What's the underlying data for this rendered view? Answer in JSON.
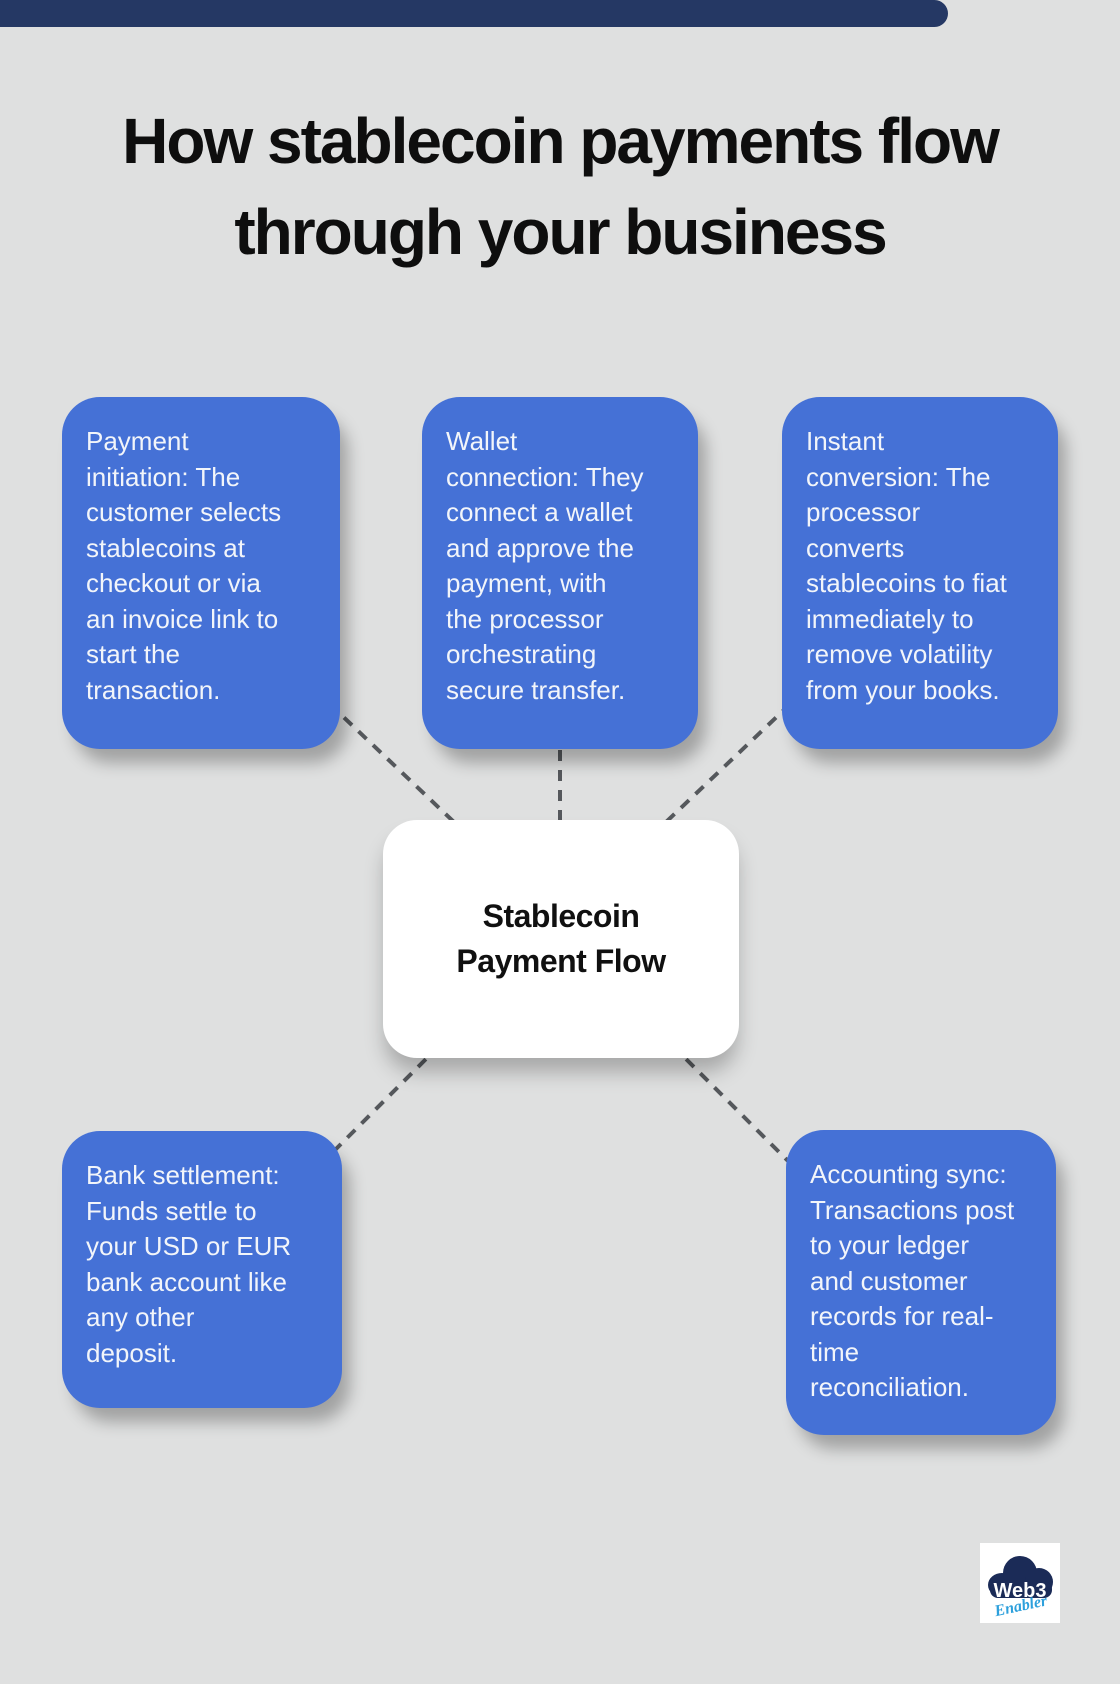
{
  "page": {
    "background_color": "#dfe0e0",
    "top_bar_color": "#253864"
  },
  "title": {
    "line1": "How stablecoin payments flow",
    "line2": "through your business"
  },
  "center_node": {
    "line1": "Stablecoin",
    "line2": "Payment Flow",
    "background_color": "#ffffff"
  },
  "steps": [
    {
      "id": "payment-initiation",
      "text": "Payment initiation: The customer selects stablecoins at checkout or via an invoice link to start the transaction.",
      "lines": [
        "Payment",
        "initiation: The",
        "customer selects",
        "stablecoins at",
        "checkout or via",
        "an invoice link to",
        "start the",
        "transaction."
      ]
    },
    {
      "id": "wallet-connection",
      "text": "Wallet connection: They connect a wallet and approve the payment, with the processor orchestrating secure transfer.",
      "lines": [
        "Wallet",
        "connection: They",
        "connect a wallet",
        "and approve the",
        "payment, with",
        "the processor",
        "orchestrating",
        "secure transfer."
      ]
    },
    {
      "id": "instant-conversion",
      "text": "Instant conversion: The processor converts stablecoins to fiat immediately to remove volatility from your books.",
      "lines": [
        "Instant",
        "conversion: The",
        "processor",
        "converts",
        "stablecoins to fiat",
        "immediately to",
        "remove volatility",
        "from your books."
      ]
    },
    {
      "id": "bank-settlement",
      "text": "Bank settlement: Funds settle to your USD or EUR bank account like any other deposit.",
      "lines": [
        "Bank settlement:",
        "Funds settle to",
        "your USD or EUR",
        "bank account like",
        "any other",
        "deposit."
      ]
    },
    {
      "id": "accounting-sync",
      "text": "Accounting sync: Transactions post to your ledger and customer records for real-time reconciliation.",
      "lines": [
        "Accounting sync:",
        "Transactions post",
        "to your ledger",
        "and customer",
        "records for real-",
        "time",
        "reconciliation."
      ]
    }
  ],
  "colors": {
    "step_box": "#4571d6",
    "step_text": "#f2f5fa",
    "connector": "#55585c",
    "title_text": "#0e0e0e"
  },
  "logo": {
    "brand": "Web3",
    "subbrand": "Enabler",
    "cloud_color": "#1b2b57",
    "subbrand_color": "#2da0dc"
  }
}
